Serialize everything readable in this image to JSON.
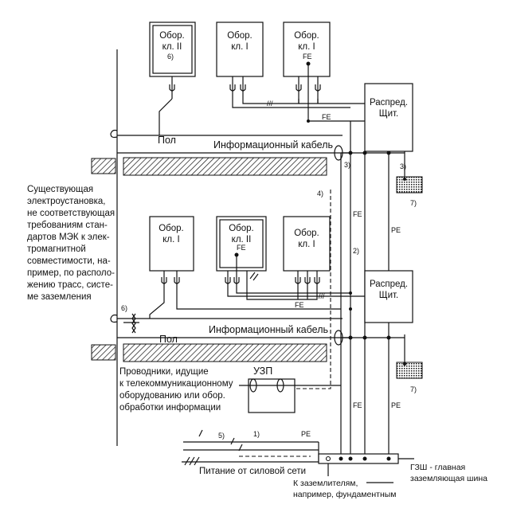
{
  "equipment": {
    "top_left_l1": "Обор.",
    "top_left_l2": "кл. II",
    "top_left_note": "6)",
    "top_mid_l1": "Обор.",
    "top_mid_l2": "кл. I",
    "top_right_l1": "Обор.",
    "top_right_l2": "кл. I",
    "mid_left_l1": "Обор.",
    "mid_left_l2": "кл. I",
    "mid_center_l1": "Обор.",
    "mid_center_l2": "кл. II",
    "mid_right_l1": "Обор.",
    "mid_right_l2": "кл. I"
  },
  "panels": {
    "upper_l1": "Распред.",
    "upper_l2": "Щит.",
    "lower_l1": "Распред.",
    "lower_l2": "Щит."
  },
  "labels": {
    "floor": "Пол",
    "info_cable": "Информационный кабель",
    "fe": "FE",
    "pe": "PE",
    "uzp": "УЗП",
    "n1": "1)",
    "n2": "2)",
    "n3": "3)",
    "n4": "4)",
    "n5": "5)",
    "n6": "6)",
    "n7": "7)"
  },
  "description": [
    "Существующая",
    "электроустановка,",
    "не соответствующая",
    "требованиям стан-",
    "дартов МЭК к элек-",
    "тромагнитной",
    "совместимости, на-",
    "пример, по располо-",
    "жению трасс, систе-",
    "ме заземления"
  ],
  "conductors_note": [
    "Проводники, идущие",
    "к телекоммуникационному",
    "оборудованию или обор.",
    "обработки информации"
  ],
  "power_supply": "Питание от силовой сети",
  "gzsh": [
    "ГЗШ - главная",
    "заземляющая шина"
  ],
  "earth_note": [
    "К заземлителям,",
    "например, фундаментным"
  ]
}
